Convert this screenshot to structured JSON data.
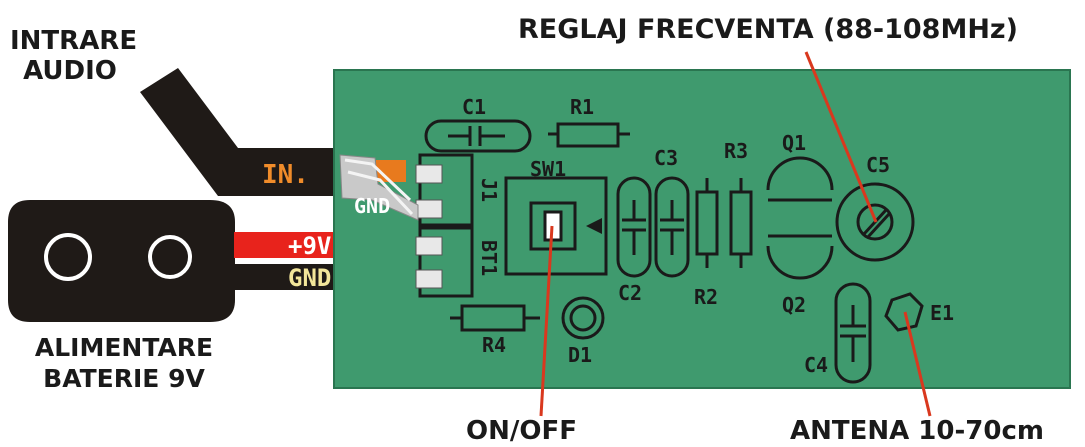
{
  "callouts": {
    "audio_in": [
      "INTRARE",
      "AUDIO"
    ],
    "frequency": "REGLAJ FRECVENTA (88-108MHz)",
    "power": [
      "ALIMENTARE",
      "BATERIE 9V"
    ],
    "switch": "ON/OFF",
    "antenna": "ANTENA 10-70cm"
  },
  "wires": {
    "audio_in": "IN.",
    "audio_gnd": "GND",
    "battery_plus": "+9V",
    "battery_gnd": "GND"
  },
  "components": {
    "c1": "C1",
    "r1": "R1",
    "sw1": "SW1",
    "c3": "C3",
    "r3": "R3",
    "q1": "Q1",
    "c5": "C5",
    "j1": "J1",
    "bt1": "BT1",
    "c2": "C2",
    "r2": "R2",
    "q2": "Q2",
    "r4": "R4",
    "d1": "D1",
    "c4": "C4",
    "e1": "E1"
  },
  "colors": {
    "pcb": "#3f9a6e",
    "silkscreen": "#1a1a1a",
    "callout_line": "#d9381e",
    "wire_red": "#e8231c",
    "wire_black": "#1f1a17",
    "orange_pad": "#e87a1e",
    "gnd_text": "#f3e69a",
    "in_text": "#f08c2a"
  }
}
